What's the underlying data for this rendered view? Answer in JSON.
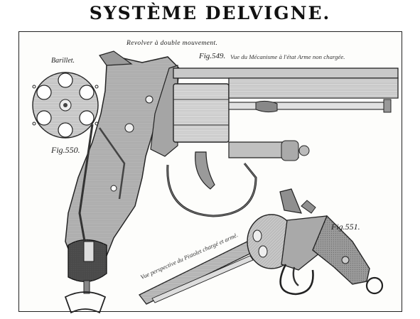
{
  "header": {
    "title": "SYSTÈME DELVIGNE."
  },
  "labels": {
    "revolver_caption": "Revolver à double mouvement.",
    "barillet": "Barillet.",
    "fig549": "Fig.549.",
    "fig549_caption": "Vue du Mécanisme à l'état Arme non chargée.",
    "fig550": "Fig.550.",
    "fig551": "Fig.551.",
    "perspective_caption": "Vue perspective du Pistolet chargé et armé."
  },
  "colors": {
    "ink": "#222222",
    "metal": "#bdbdbd",
    "metal_dark": "#7a7a7a",
    "grip": "#9c9c9c",
    "paper": "#fdfdfb"
  }
}
